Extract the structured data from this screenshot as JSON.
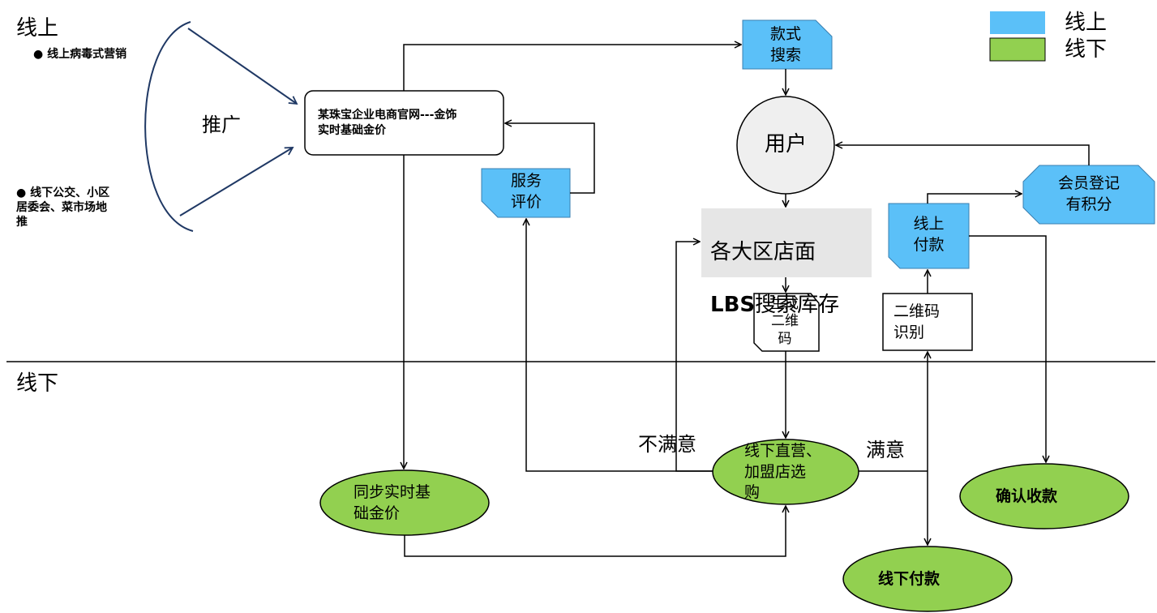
{
  "zones": {
    "online": "线上",
    "offline": "线下"
  },
  "legend": {
    "online": "线上",
    "offline": "线下",
    "online_color": "#5bc0f8",
    "offline_color": "#92d050"
  },
  "promo": {
    "label": "推广",
    "online_bullet": "线上病毒式营销",
    "offline_bullet": "线下公交、小区\n居委会、菜市场地\n推"
  },
  "nodes": {
    "website": "某珠宝企业电商官网---金饰\n实时基础金价",
    "style_search": "款式\n搜索",
    "user": "用户",
    "service_eval": "服务\n评价",
    "member": "会员登记\n有积分",
    "online_pay": "线上\n付款",
    "lbs_line1": "各大区店面",
    "lbs_bold": "LBS",
    "lbs_rest": "搜索库存",
    "gen_qr": "生成\n二维\n码",
    "qr_recog": "二维码\n识别",
    "sync_price": "同步实时基\n础金价",
    "direct_store": "线下直营、\n加盟店选\n购",
    "confirm_pay": "确认收款",
    "offline_pay": "线下付款"
  },
  "edges": {
    "unsatisfied": "不满意",
    "satisfied": "满意"
  },
  "colors": {
    "online_fill": "#5bc0f8",
    "offline_fill": "#92d050",
    "user_fill": "#efefef",
    "lbs_fill": "#e6e6e6",
    "arrow": "#1f3864"
  }
}
